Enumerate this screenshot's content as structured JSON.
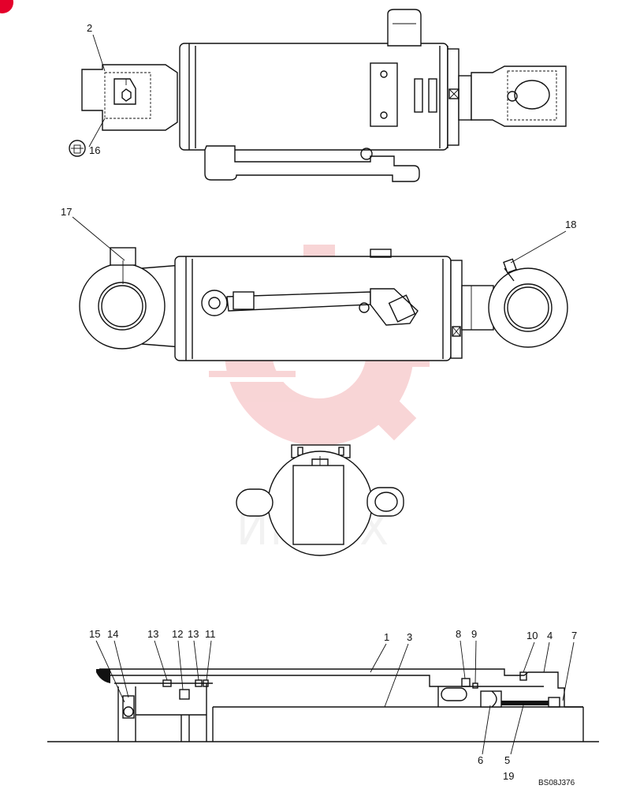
{
  "drawing_code": "BS08J376",
  "watermark": {
    "text": "ИНТЕХ",
    "color": "#f4b3b6"
  },
  "callouts": {
    "c2": "2",
    "c16": "16",
    "c17": "17",
    "c18": "18",
    "c15": "15",
    "c14": "14",
    "c13a": "13",
    "c12": "12",
    "c13b": "13",
    "c11": "11",
    "c1": "1",
    "c3": "3",
    "c8": "8",
    "c9": "9",
    "c10": "10",
    "c4": "4",
    "c7": "7",
    "c6": "6",
    "c5": "5",
    "c19": "19"
  },
  "corner_mark_color": "#e4002b"
}
